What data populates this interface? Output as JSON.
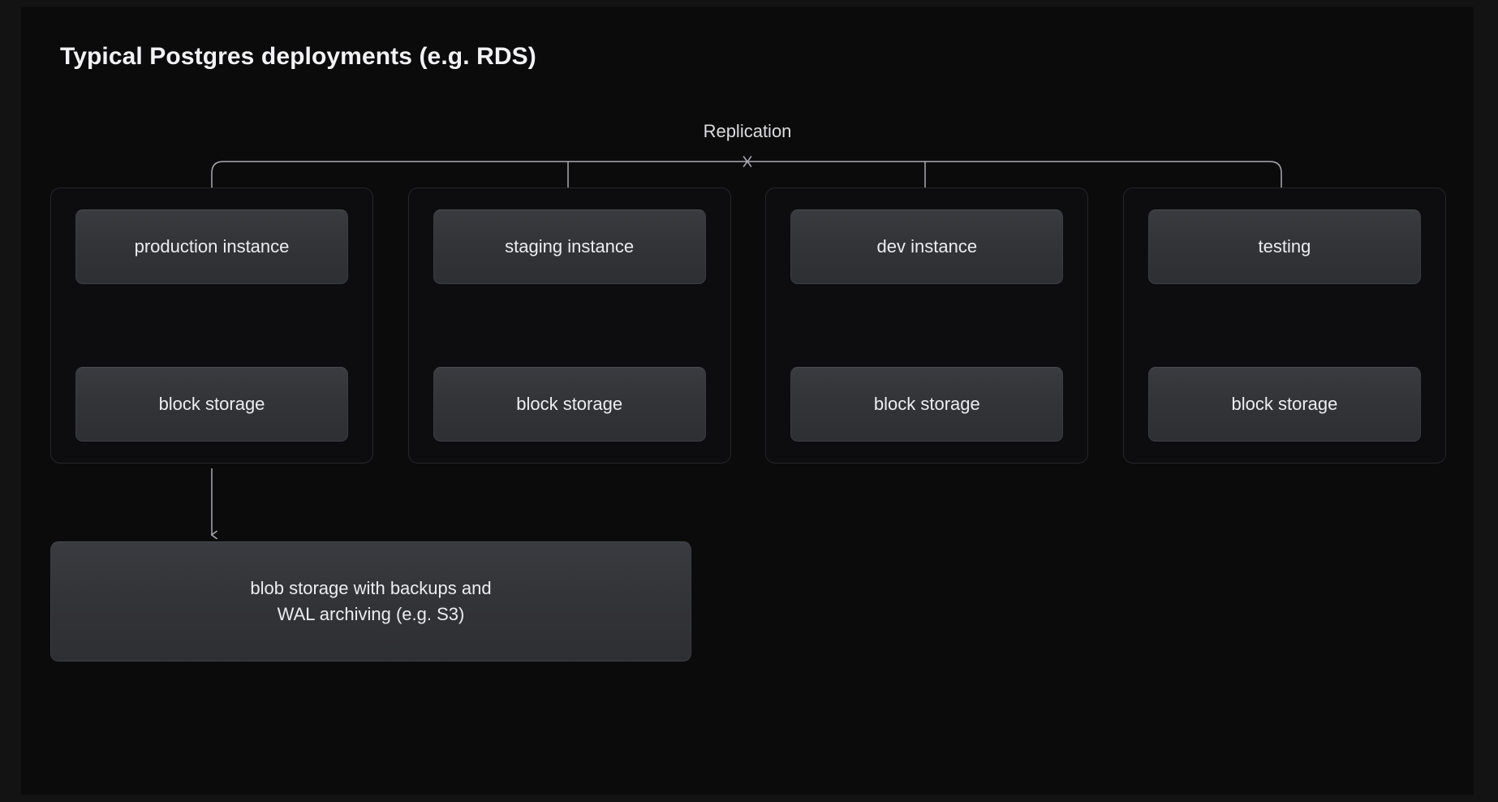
{
  "diagram": {
    "title": "Typical Postgres deployments (e.g. RDS)",
    "replication_label": "Replication",
    "colors": {
      "backdrop": "#131314",
      "panel": "#0b0b0c",
      "group_border": "#26262a",
      "node_fill_top": "#3a3b40",
      "node_fill_bottom": "#2e2f33",
      "node_border": "#3c3d42",
      "connector": "#a9a9b0",
      "title_text": "#f2f2f4",
      "body_text": "#ededf0"
    },
    "groups": [
      {
        "id": "production",
        "instance_label": "production instance",
        "storage_label": "block storage"
      },
      {
        "id": "staging",
        "instance_label": "staging instance",
        "storage_label": "block storage"
      },
      {
        "id": "dev",
        "instance_label": "dev instance",
        "storage_label": "block storage"
      },
      {
        "id": "testing",
        "instance_label": "testing",
        "storage_label": "block storage"
      }
    ],
    "blob_storage": {
      "line1": "blob storage with backups and",
      "line2": "WAL archiving (e.g. S3)"
    }
  }
}
